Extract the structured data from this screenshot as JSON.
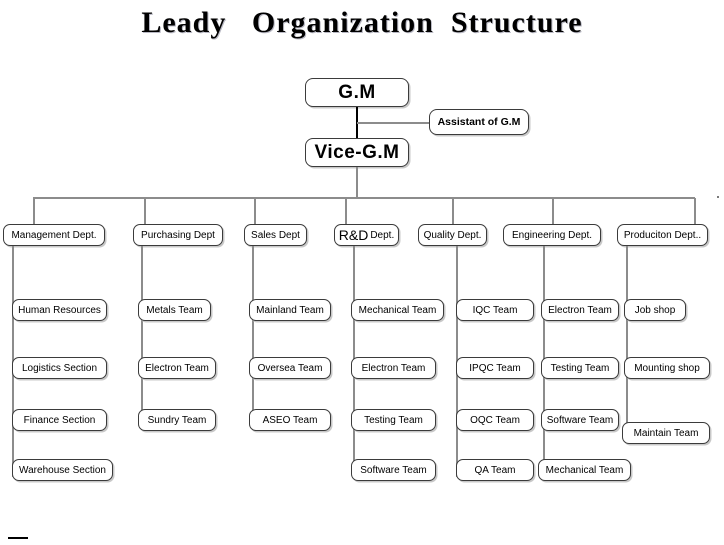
{
  "title": "Leady   Organization  Structure",
  "chart_data": {
    "type": "diagram",
    "diagram_kind": "organization-chart",
    "title": "Leady   Organization  Structure",
    "root": "G.M",
    "levels": [
      "G.M",
      "Vice-G.M",
      "Departments",
      "Teams / Sections"
    ]
  },
  "top": {
    "gm": "G.M",
    "vice_gm": "Vice-G.M",
    "assistant": "Assistant of G.M"
  },
  "departments": [
    {
      "id": "management",
      "label": "Management Dept.",
      "children": [
        "Human Resources",
        "Logistics  Section",
        "Finance  Section",
        "Warehouse Section"
      ]
    },
    {
      "id": "purchasing",
      "label": "Purchasing Dept",
      "children": [
        "Metals Team",
        "Electron Team",
        "Sundry Team"
      ]
    },
    {
      "id": "sales",
      "label": "Sales Dept",
      "children": [
        "Mainland Team",
        "Oversea Team",
        "ASEO Team"
      ]
    },
    {
      "id": "rnd",
      "label_big": "R&D",
      "label_small": "Dept.",
      "label": "R&D Dept.",
      "children": [
        "Mechanical Team",
        "Electron Team",
        "Testing Team",
        "Software Team"
      ]
    },
    {
      "id": "quality",
      "label": "Quality Dept.",
      "children": [
        "IQC Team",
        "IPQC Team",
        "OQC Team",
        "QA Team"
      ]
    },
    {
      "id": "engineering",
      "label": "Engineering  Dept.",
      "children": [
        "Electron Team",
        "Testing Team",
        "Software Team",
        "Mechanical Team"
      ]
    },
    {
      "id": "production",
      "label": "Produciton  Dept..",
      "children": [
        "Job shop",
        "Mounting  shop",
        "Maintain Team"
      ]
    }
  ]
}
